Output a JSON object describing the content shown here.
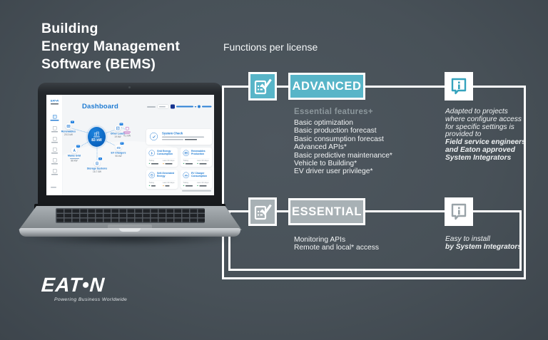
{
  "colors": {
    "teal": "#58b5c8",
    "gray": "#a8b1b5",
    "background": "#48515 8",
    "dashboard_blue": "#1d7ad2"
  },
  "header": {
    "title": [
      "Building",
      "Energy Management",
      "Software (BEMS)"
    ],
    "subtitle": "Functions per license"
  },
  "advanced": {
    "label": "ADVANCED",
    "features_header": "Essential features+",
    "features": [
      "Basic optimization",
      "Basic production forecast",
      "Basic consumption forecast",
      "Advanced APIs*",
      "Basic predictive maintenance*",
      "Vehicle to Building*",
      "EV driver user privilege*"
    ],
    "note": {
      "regular": [
        "Adapted to projects",
        "where configure access",
        "for specific settings is",
        "provided to"
      ],
      "bold": [
        "Field service engineers",
        "and Eaton approved",
        "System Integrators"
      ]
    }
  },
  "essential": {
    "label": "ESSENTIAL",
    "features": [
      "Monitoring APIs",
      "Remote and local* access"
    ],
    "note": {
      "regular": [
        "Easy to install"
      ],
      "bold": [
        "by System Integrators"
      ]
    }
  },
  "brand": {
    "wordmark": "EAT•N",
    "tagline": "Powering Business Worldwide"
  },
  "dashboard": {
    "sidebar_logo": "EAT•N",
    "title": "Dashboard",
    "center_value": "83 kW",
    "nodes": {
      "renewables": {
        "label": "Renewables",
        "value": "20.3 kW"
      },
      "other_loads": {
        "label": "Other Loads",
        "value": "19 kW"
      },
      "mains_grid": {
        "label": "Mains Grid",
        "value": "88 kW"
      },
      "ev_chargers": {
        "label": "EV Chargers",
        "value": "96 kW"
      },
      "storage": {
        "label": "Storage Systems",
        "value": "16.7 kW"
      },
      "peak": {
        "value": "4.1 kW"
      }
    },
    "system_check": {
      "title": "System Check"
    },
    "labels": {
      "today": "Today",
      "period": "Last 30 days"
    },
    "cards": [
      {
        "title": [
          "Grid Energy",
          "Consumption"
        ]
      },
      {
        "title": [
          "Renewables",
          "Production"
        ]
      },
      {
        "title": [
          "Self-Generated",
          "Energy"
        ]
      },
      {
        "title": [
          "EV Charger",
          "Consumption"
        ]
      }
    ]
  }
}
